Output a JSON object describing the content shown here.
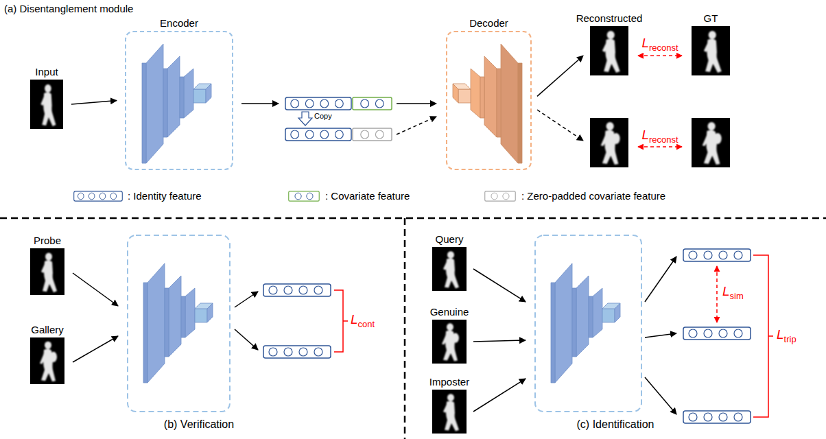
{
  "diagram": {
    "nodes": [
      {
        "text": [
          "Input"
        ]
      },
      {
        "text": [
          "Encoder"
        ]
      },
      {
        "text": [
          "Decoder"
        ]
      },
      {
        "text": [
          "Reconstructed"
        ]
      },
      {
        "text": [
          "GT"
        ]
      },
      {
        "text": [
          "Probe"
        ]
      },
      {
        "text": [
          "Gallery"
        ]
      },
      {
        "text": [
          "Query"
        ]
      },
      {
        "text": [
          "Genuine"
        ]
      },
      {
        "text": [
          "Imposter"
        ]
      }
    ],
    "edges": [
      {
        "from": 0,
        "to": 1,
        "arrow": "to"
      },
      {
        "from": 2,
        "to": 3,
        "arrow": "to"
      },
      {
        "from": 3,
        "to": 4,
        "arrow": "both",
        "label": "Lreconst"
      }
    ],
    "labels": [
      "(a) Disentanglement module",
      "Copy",
      "Lreconst",
      "Lcont",
      "Lsim",
      "Ltrip",
      "(b) Verification",
      "(c) Identification"
    ],
    "legend": [
      {
        "text": ": Identity feature"
      },
      {
        "text": ": Covariate feature"
      },
      {
        "text": ": Zero-padded covariate feature"
      }
    ]
  }
}
